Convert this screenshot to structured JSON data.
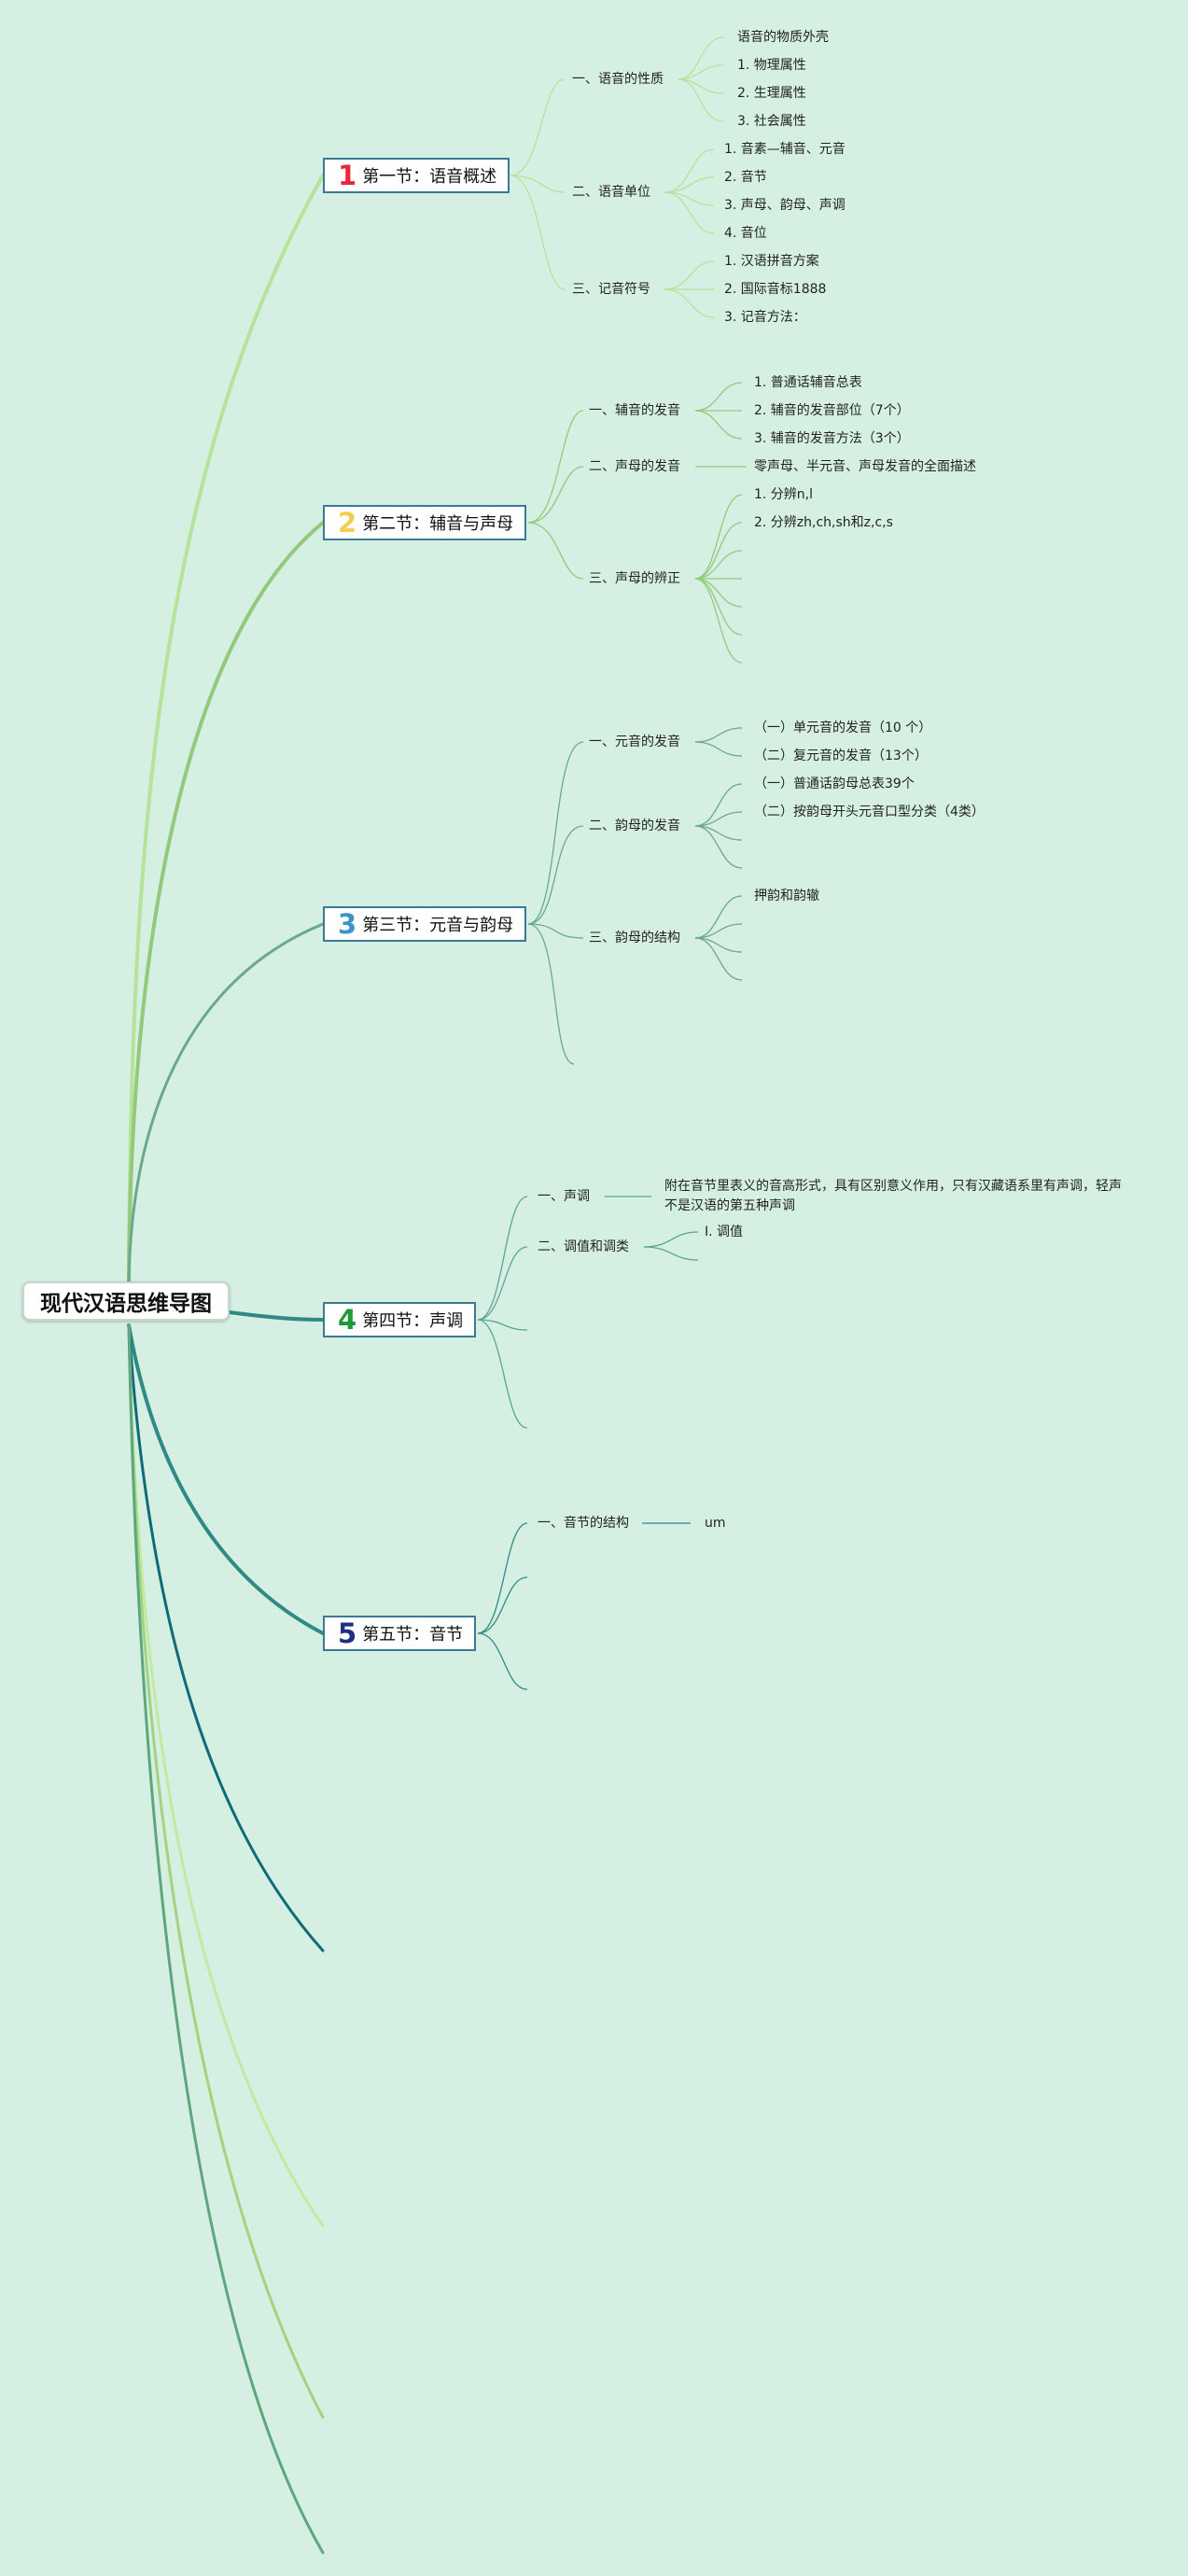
{
  "root": {
    "title": "现代汉语思维导图"
  },
  "colors": {
    "background": "#d5f0e3",
    "sec1_num": "#e8283a",
    "sec2_num": "#f2cf52",
    "sec3_num": "#3c93c9",
    "sec4_num": "#1f9a3a",
    "sec5_num": "#1f2e82"
  },
  "sections": [
    {
      "num": "1",
      "label": "第一节：语音概述",
      "subs": [
        {
          "label": "一、语音的性质",
          "items": [
            "语音的物质外壳",
            "1. 物理属性",
            "2. 生理属性",
            "3. 社会属性"
          ]
        },
        {
          "label": "二、语音单位",
          "items": [
            "1. 音素—辅音、元音",
            "2. 音节",
            "3. 声母、韵母、声调",
            "4. 音位"
          ]
        },
        {
          "label": "三、记音符号",
          "items": [
            "1. 汉语拼音方案",
            "2. 国际音标1888",
            "3. 记音方法："
          ]
        }
      ]
    },
    {
      "num": "2",
      "label": "第二节：辅音与声母",
      "subs": [
        {
          "label": "一、辅音的发音",
          "items": [
            "1. 普通话辅音总表",
            "2. 辅音的发音部位（7个）",
            "3. 辅音的发音方法（3个）"
          ]
        },
        {
          "label": "二、声母的发音",
          "items": [
            "零声母、半元音、声母发音的全面描述"
          ]
        },
        {
          "label": "三、声母的辨正",
          "items": [
            "1. 分辨n,l",
            "2. 分辨zh,ch,sh和z,c,s"
          ]
        }
      ]
    },
    {
      "num": "3",
      "label": "第三节：元音与韵母",
      "subs": [
        {
          "label": "一、元音的发音",
          "items": [
            "（一）单元音的发音（10 个）",
            "（二）复元音的发音（13个）"
          ]
        },
        {
          "label": "二、韵母的发音",
          "items": [
            "（一）普通话韵母总表39个",
            "（二）按韵母开头元音口型分类（4类）"
          ]
        },
        {
          "label": "三、韵母的结构",
          "items": [
            "押韵和韵辙"
          ]
        }
      ]
    },
    {
      "num": "4",
      "label": "第四节：声调",
      "subs": [
        {
          "label": "一、声调",
          "items": [
            "附在音节里表义的音高形式，具有区别意义作用，只有汉藏语系里有声调，轻声不是汉语的第五种声调"
          ]
        },
        {
          "label": "二、调值和调类",
          "items": [
            "I. 调值"
          ]
        }
      ]
    },
    {
      "num": "5",
      "label": "第五节：音节",
      "subs": [
        {
          "label": "一、音节的结构",
          "items": [
            "um"
          ]
        }
      ]
    }
  ]
}
